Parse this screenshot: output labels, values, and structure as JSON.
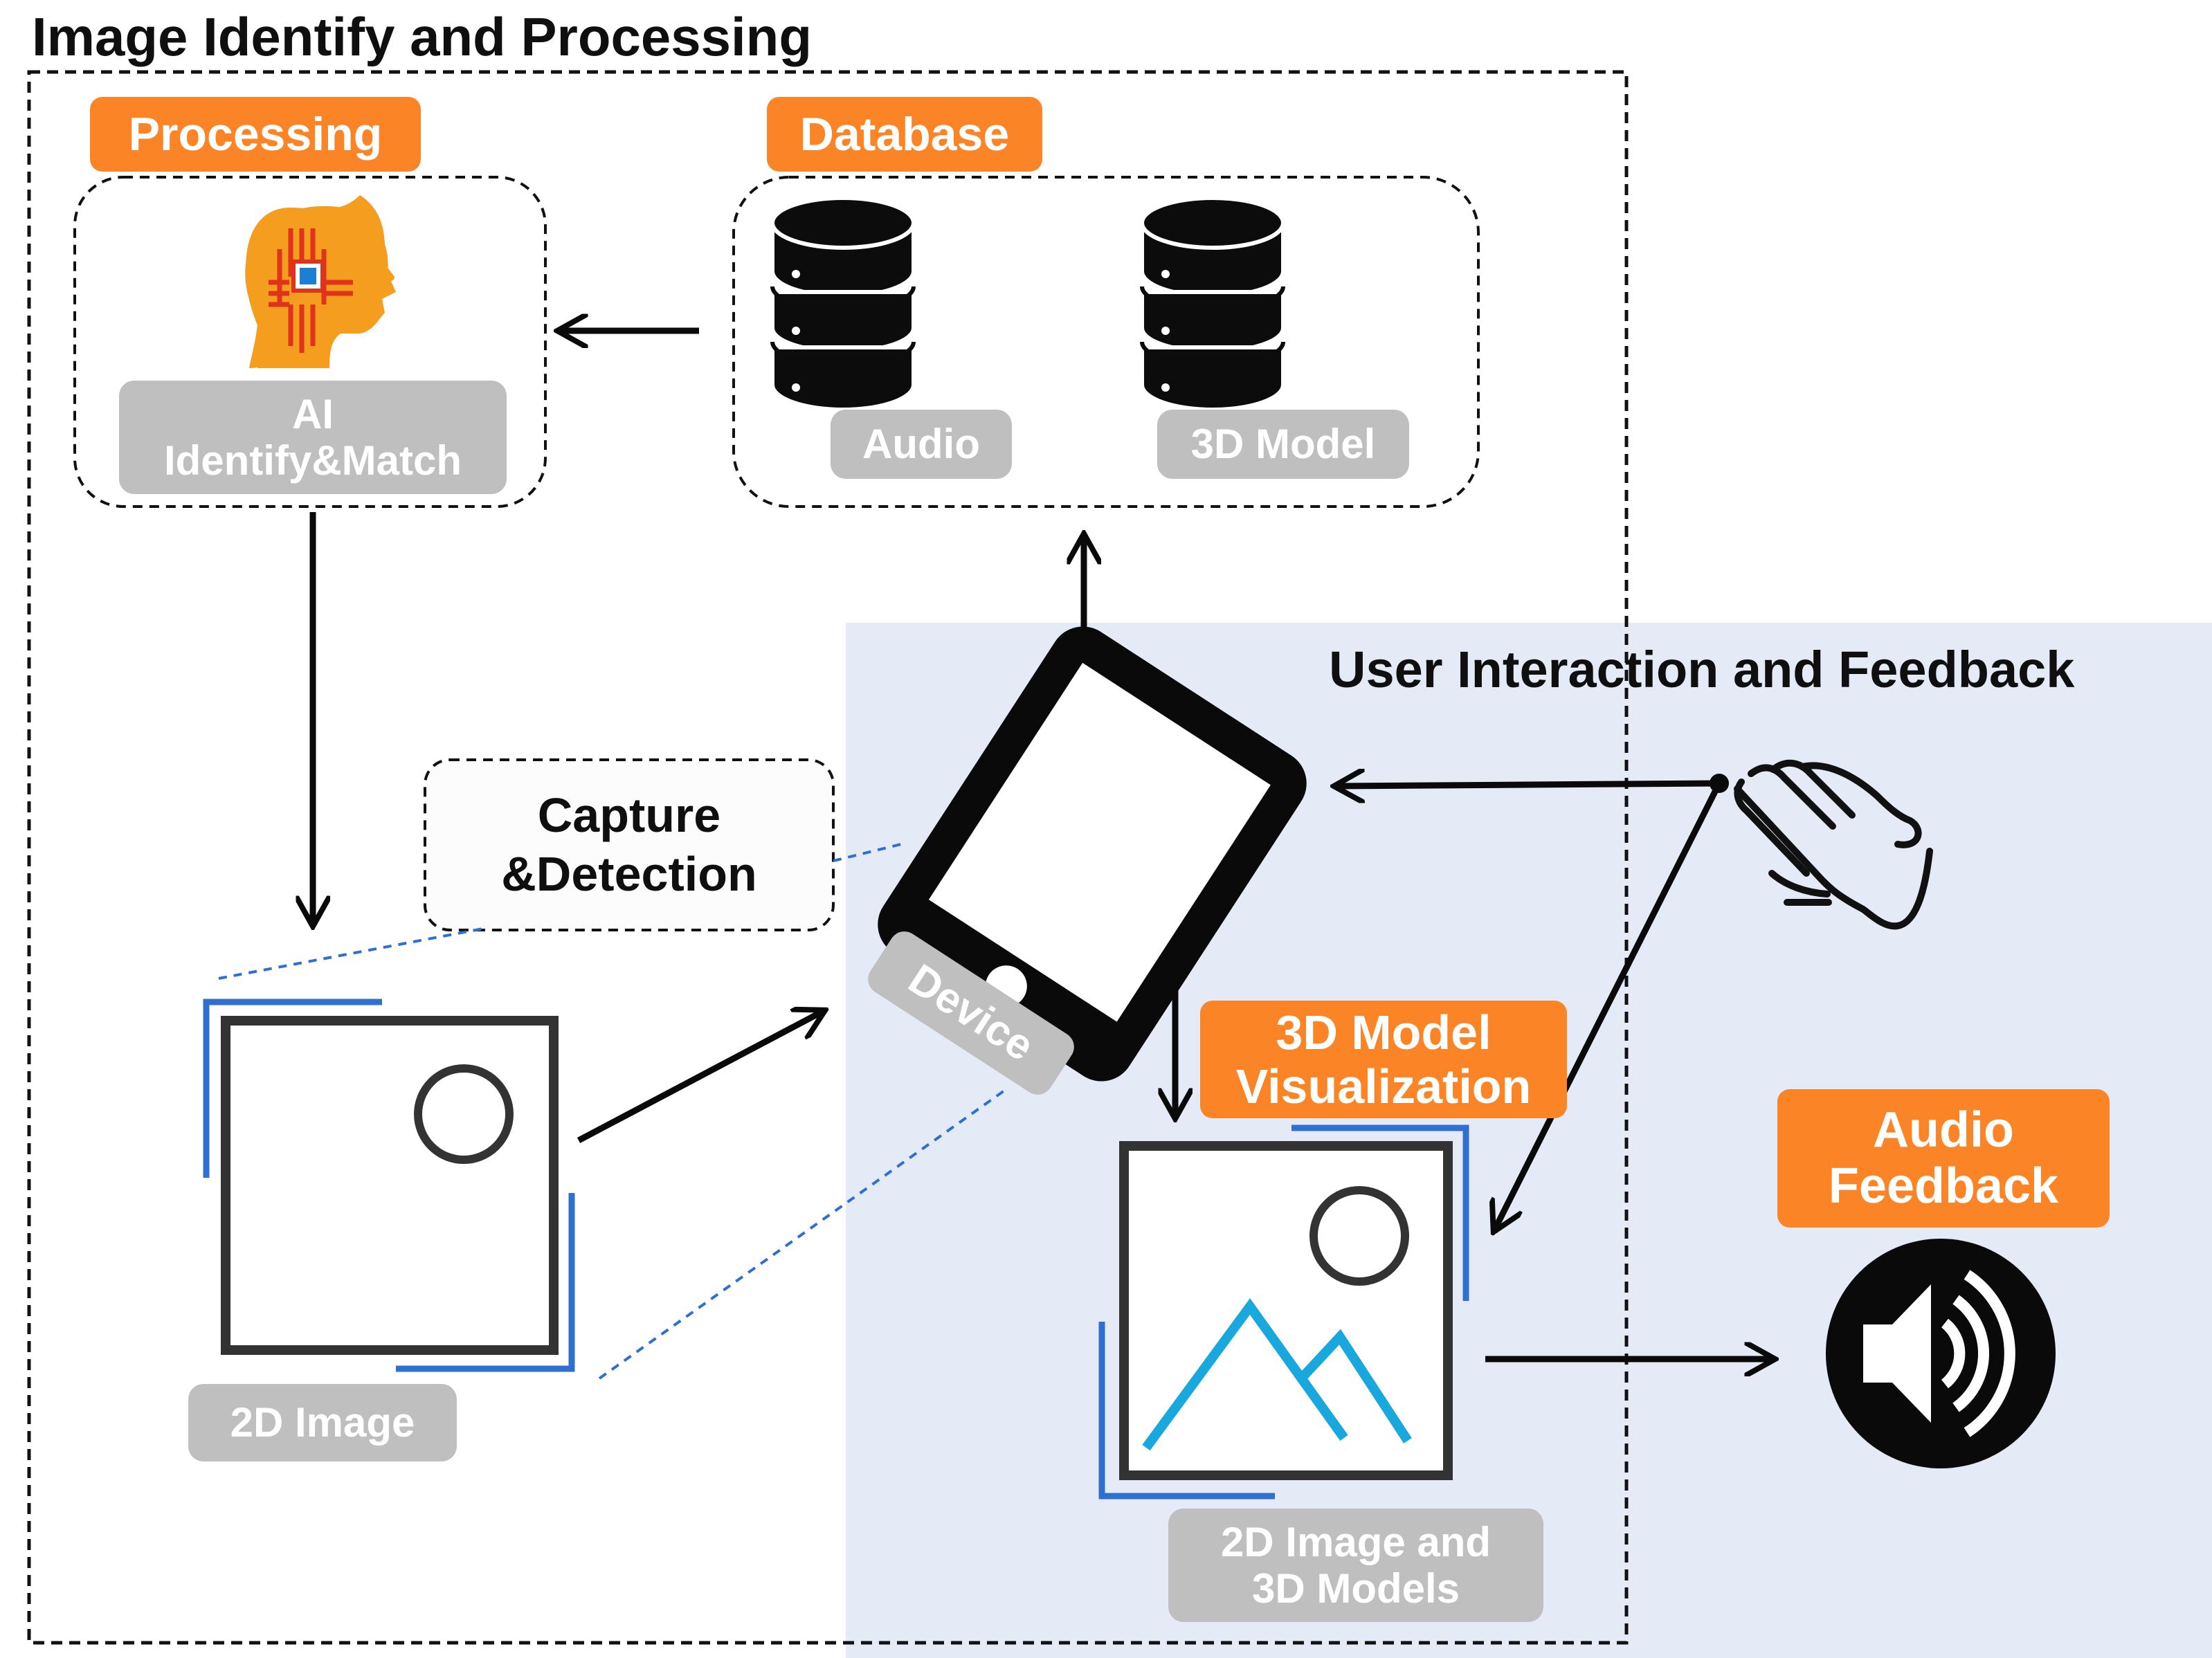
{
  "sections": {
    "image_processing_title": "Image Identify and Processing",
    "user_interaction_title": "User Interaction and Feedback"
  },
  "processing": {
    "badge": "Processing",
    "ai_label_line1": "AI",
    "ai_label_line2": "Identify&Match"
  },
  "database": {
    "badge": "Database",
    "audio_label": "Audio",
    "model_label": "3D Model"
  },
  "capture": {
    "line1": "Capture",
    "line2": "&Detection"
  },
  "device": {
    "label": "Device"
  },
  "image2d": {
    "label": "2D Image"
  },
  "visualization": {
    "badge_line1": "3D Model",
    "badge_line2": "Visualization",
    "label_line1": "2D Image and",
    "label_line2": "3D Models"
  },
  "audio_feedback": {
    "badge_line1": "Audio",
    "badge_line2": "Feedback"
  },
  "colors": {
    "orange": "#fb8526",
    "gray_label": "#bfbfbf",
    "panel_blue": "#e4ebf7",
    "frame_blue": "#2e6fd0",
    "mountain_blue": "#19a8dd",
    "ai_orange": "#f59d1e",
    "ai_red": "#e0331c",
    "ai_chip": "#1c7fd6"
  },
  "icons": [
    "ai-head-icon",
    "database-icon",
    "tablet-icon",
    "hand-pointer-icon",
    "speaker-icon",
    "image-icon"
  ]
}
